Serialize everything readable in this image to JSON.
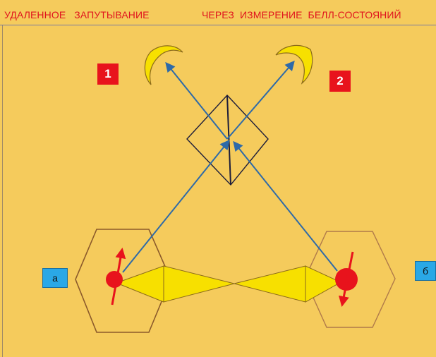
{
  "title": {
    "left": "УДАЛЕННОЕ   ЗАПУТЫВАНИЕ",
    "right": "ЧЕРЕЗ  ИЗМЕРЕНИЕ  БЕЛЛ-СОСТОЯНИЙ"
  },
  "detectors": {
    "one": "1",
    "two": "2"
  },
  "sources": {
    "left": "а",
    "right": "б"
  },
  "colors": {
    "background": "#f5cb5c",
    "title_text": "#e0141e",
    "detector": "#f7e000",
    "beam": "#2e6aa8",
    "hexagon": "#8b5a2b",
    "particle": "#e8131c",
    "source_label": "#2aa8e6"
  }
}
